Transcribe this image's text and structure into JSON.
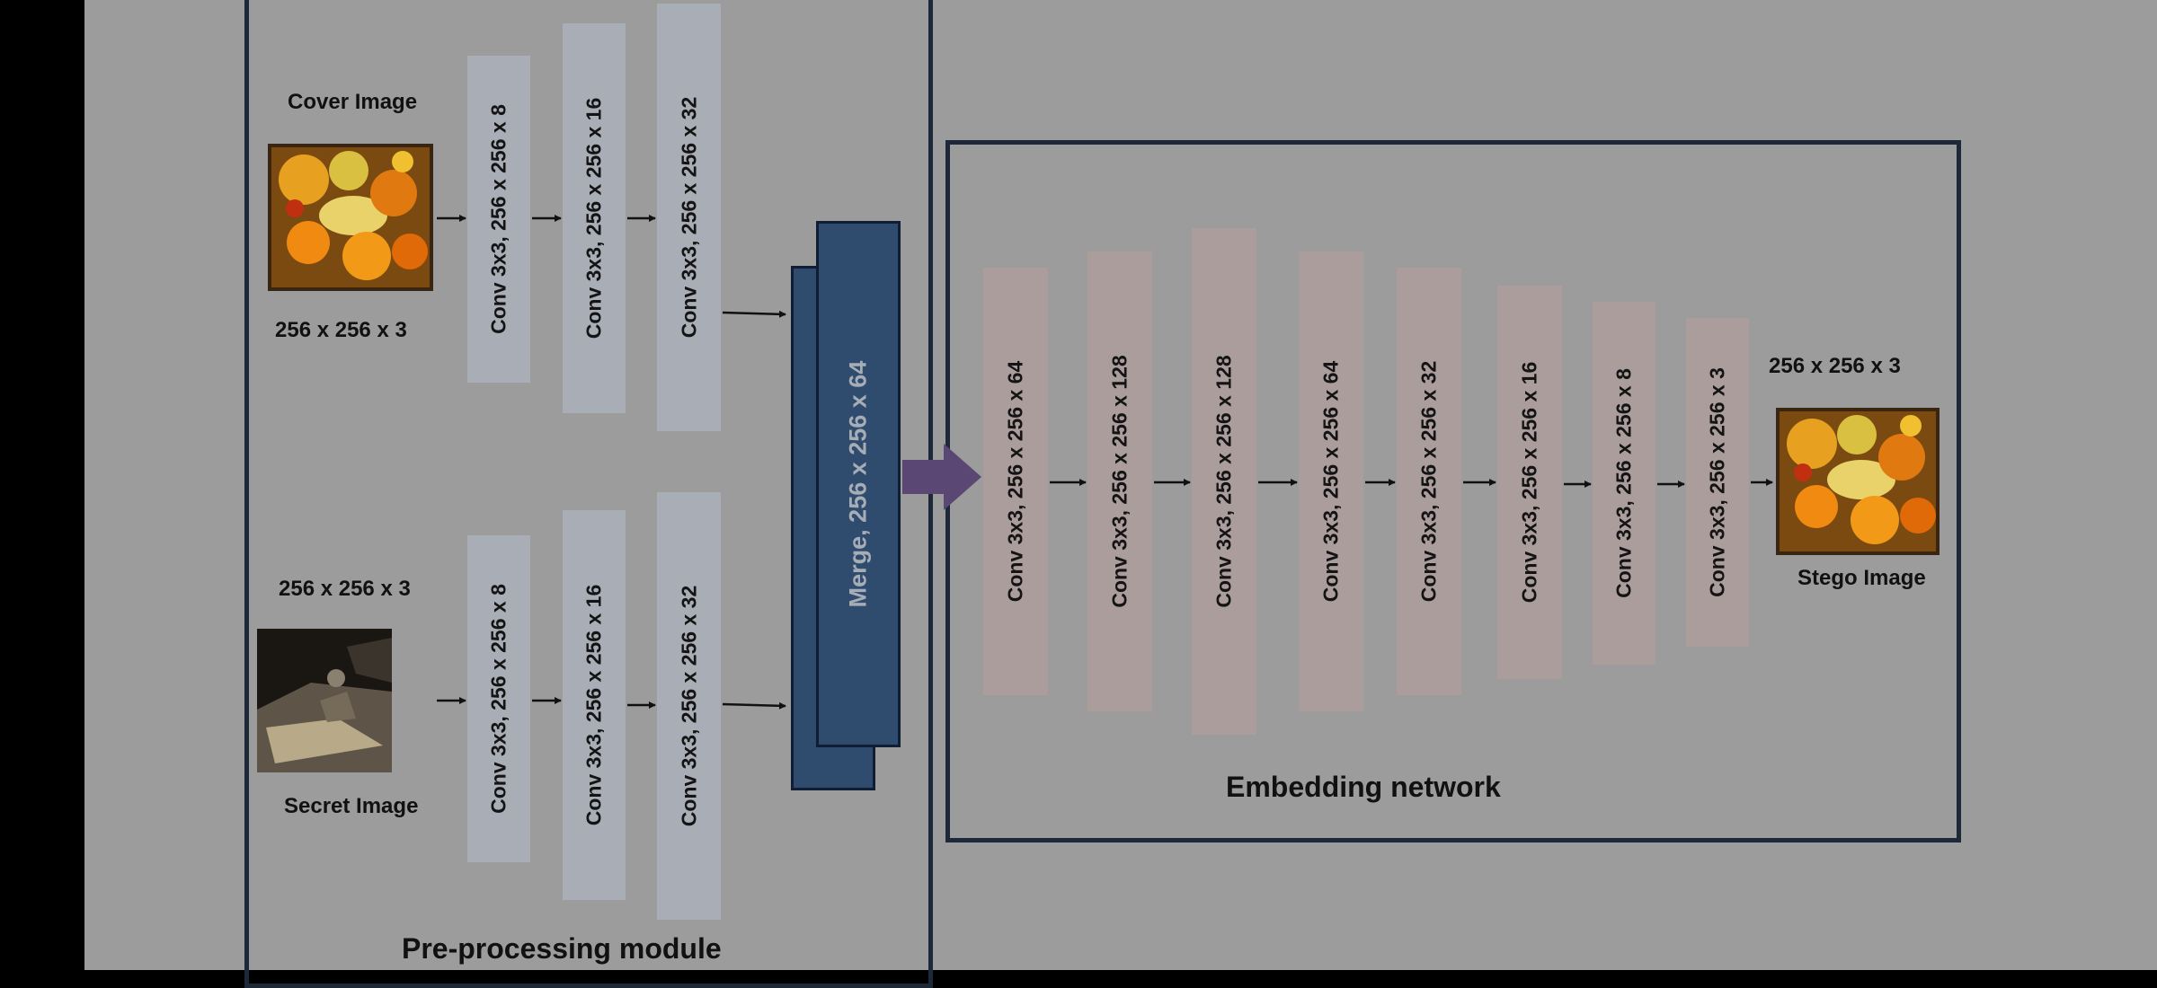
{
  "preprocessing": {
    "title": "Pre-processing module",
    "cover": {
      "label": "Cover Image",
      "dims": "256 x 256 x 3",
      "layers": [
        "Conv 3x3, 256 x 256 x 8",
        "Conv 3x3, 256 x 256 x 16",
        "Conv 3x3, 256 x 256 x 32"
      ]
    },
    "secret": {
      "label": "Secret Image",
      "dims": "256 x 256 x 3",
      "layers": [
        "Conv 3x3, 256 x 256 x 8",
        "Conv 3x3, 256 x 256 x 16",
        "Conv 3x3, 256 x 256 x 32"
      ]
    },
    "merge": "Merge, 256 x 256 x 64"
  },
  "embedding": {
    "title": "Embedding network",
    "layers": [
      "Conv 3x3, 256 x 256 x 64",
      "Conv 3x3, 256 x 256 x 128",
      "Conv 3x3, 256 x 256 x 128",
      "Conv 3x3, 256 x 256 x 64",
      "Conv 3x3, 256 x 256 x 32",
      "Conv 3x3, 256 x 256 x 16",
      "Conv 3x3, 256 x 256 x 8",
      "Conv 3x3, 256 x 256 x 3"
    ],
    "output_dims": "256 x 256 x 3",
    "output_label": "Stego Image"
  },
  "colors": {
    "overlay": "#9c9c9c",
    "preprocessing_conv": "#a8adb6",
    "embedding_conv": "#ac9d9d",
    "merge": "#2f4c6f",
    "frame": "#1d2838",
    "big_arrow": "#5b4773"
  }
}
